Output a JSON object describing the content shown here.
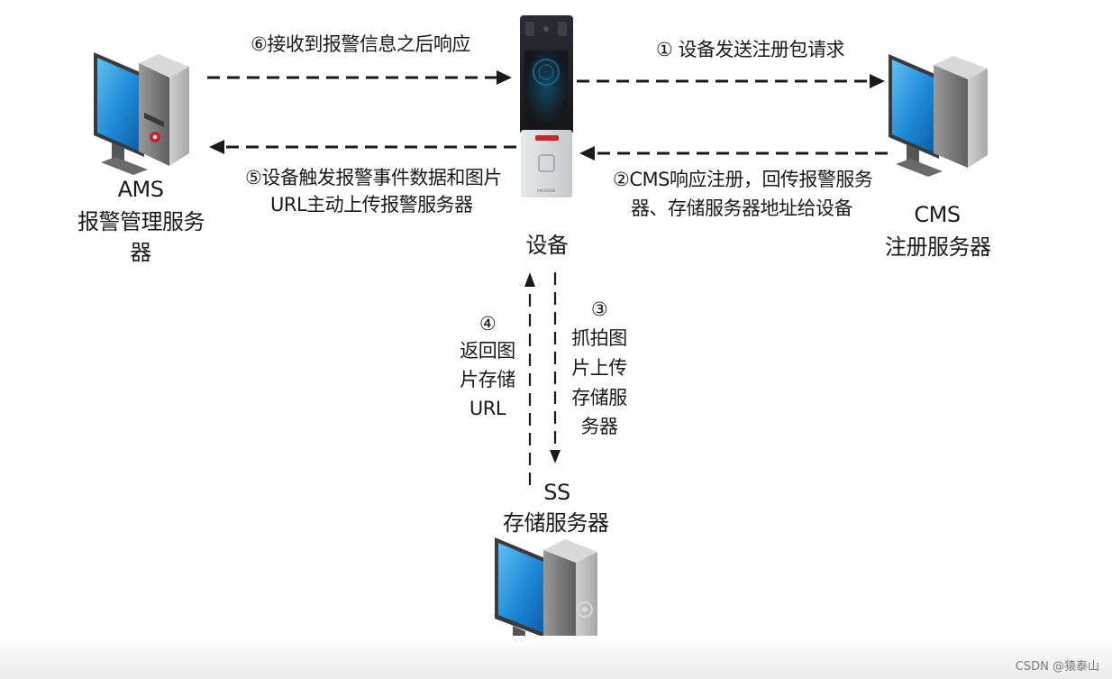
{
  "nodes": {
    "ams": {
      "name": "AMS",
      "role": "报警管理服务",
      "role_wrap": "器"
    },
    "cms": {
      "name": "CMS",
      "role": "注册服务器"
    },
    "device": {
      "name": "设备"
    },
    "ss": {
      "name": "SS",
      "role": "存储服务器"
    }
  },
  "steps": {
    "s1": "① 设备发送注册包请求",
    "s2_line1": "②CMS响应注册，回传报警服务",
    "s2_line2": "器、存储服务器地址给设备",
    "s3_num": "③",
    "s3_lines": [
      "抓拍图",
      "片上传",
      "存储服",
      "务器"
    ],
    "s4_num": "④",
    "s4_lines": [
      "返回图",
      "片存储",
      "URL"
    ],
    "s5_line1": "⑤设备触发报警事件数据和图片",
    "s5_line2": "URL主动上传报警服务器",
    "s6": "⑥接收到报警信息之后响应"
  },
  "device_brand": "HIKVISION",
  "colors": {
    "screen_blue": "#1e88d6",
    "arrow": "#1a1a1a",
    "case_gray": "#7a7a7a"
  },
  "watermark": "CSDN @猿泰山"
}
